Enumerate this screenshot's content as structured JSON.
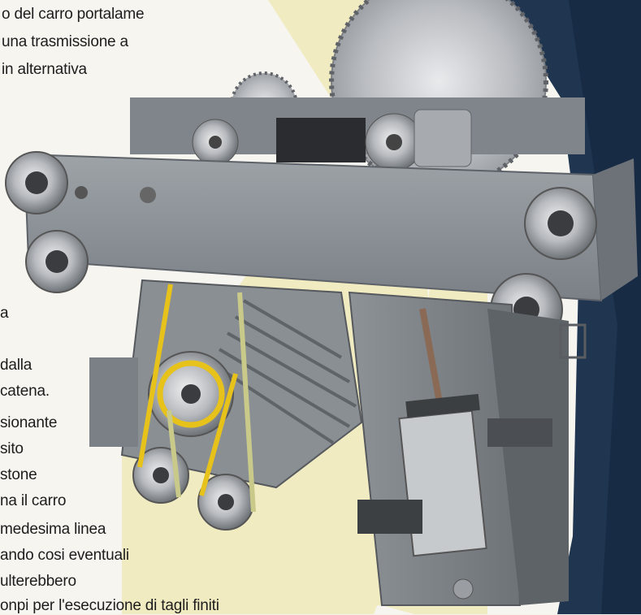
{
  "page": {
    "colors": {
      "paper": "#f6f5f0",
      "cream": "#f1ebc2",
      "navy": "#1f3550",
      "steel": "#8a9097",
      "belt": "#e6c21b"
    }
  },
  "caption_top": [
    "o del carro portalame",
    "una trasmissione a",
    "in alternativa"
  ],
  "caption_left": [
    "a",
    "dalla",
    "catena.",
    "sionante",
    "sito",
    "stone",
    "na il carro",
    "medesima linea",
    "ando cosi eventuali",
    "ulterebbero",
    "onpi per l'esecuzione di tagli finiti"
  ],
  "figure": {
    "subject": "saw-carriage-machine",
    "icon": "circular-saw-icon"
  }
}
